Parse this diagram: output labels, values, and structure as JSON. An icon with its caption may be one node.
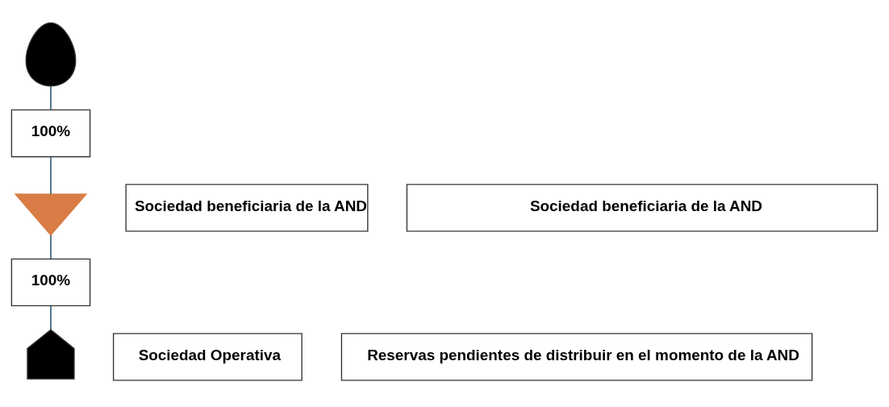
{
  "diagram": {
    "nodes": [
      {
        "text": [],
        "shape": "person"
      },
      {
        "text": [
          "100%"
        ]
      },
      {
        "text": [
          "Sociedad beneficiaria de la AND"
        ]
      },
      {
        "text": [],
        "shape": "umbrella"
      },
      {
        "text": [
          "Sociedad beneficiaria de la AND"
        ]
      },
      {
        "text": [
          "100%"
        ]
      },
      {
        "text": [
          "Sociedad Operativa"
        ]
      },
      {
        "text": [],
        "shape": "shop"
      },
      {
        "text": [
          "Reservas pendientes de distribuir en el momento de la AND"
        ]
      }
    ],
    "edges": [
      {
        "from": 0,
        "to": 1,
        "arrow": "none"
      },
      {
        "from": 1,
        "to": 3,
        "arrow": "none"
      },
      {
        "from": 3,
        "to": 5,
        "arrow": "none"
      },
      {
        "from": 5,
        "to": 7,
        "arrow": "none"
      }
    ]
  }
}
